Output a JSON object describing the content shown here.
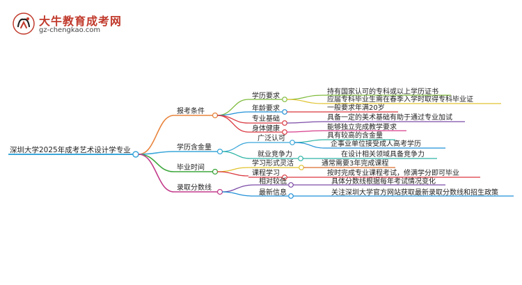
{
  "logo": {
    "title": "大牛教育成考网",
    "url": "gz-chengkao.com"
  },
  "mindmap": {
    "root": "深圳大学2025年成考艺术设计学专业",
    "branches": [
      {
        "label": "报考条件",
        "color": "#e8833a",
        "children": [
          {
            "label": "学历要求",
            "color": "#7dbb3a",
            "children": [
              {
                "label": "持有国家认可的专科或以上学历证书",
                "color": "#7dbb3a"
              },
              {
                "label": "应届专科毕业生需在春季入学时取得专科毕业证",
                "color": "#e0c22e"
              }
            ]
          },
          {
            "label": "年龄要求",
            "color": "#1f8fd6",
            "children": [
              {
                "label": "一般要求年满20岁",
                "color": "#d9363e"
              }
            ]
          },
          {
            "label": "专业基础",
            "color": "#d9363e",
            "children": [
              {
                "label": "具备一定的美术基础有助于通过专业加试",
                "color": "#7b4aa6"
              }
            ]
          },
          {
            "label": "身体健康",
            "color": "#d9363e",
            "children": [
              {
                "label": "能够独立完成教学要求",
                "color": "#d63c8a"
              }
            ]
          }
        ]
      },
      {
        "label": "学历含金量",
        "color": "#3aa6d9",
        "children": [
          {
            "label": "广泛认可",
            "color": "#3aa6d9",
            "children": [
              {
                "label": "具有较高的含金量",
                "color": "#2fb5a5"
              },
              {
                "label": "企事业单位接受成人高考学历",
                "color": "#1f8fd6"
              }
            ]
          },
          {
            "label": "就业竞争力",
            "color": "#2fb5a5",
            "children": [
              {
                "label": "在设计相关领域具备竞争力",
                "color": "#2fb5a5"
              }
            ]
          }
        ]
      },
      {
        "label": "毕业时间",
        "color": "#3aa63a",
        "children": [
          {
            "label": "学习形式灵活",
            "color": "#e0c22e",
            "children": [
              {
                "label": "通常需要3年完成课程",
                "color": "#d96e2a"
              }
            ]
          },
          {
            "label": "课程学习",
            "color": "#d9363e",
            "children": [
              {
                "label": "按时完成专业课程考试，修满学分即可毕业",
                "color": "#d9363e"
              }
            ]
          }
        ]
      },
      {
        "label": "录取分数线",
        "color": "#c23a8a",
        "children": [
          {
            "label": "相对较低",
            "color": "#7b4aa6",
            "children": [
              {
                "label": "具体分数线根据每年考试情况变化",
                "color": "#7b4aa6"
              }
            ]
          },
          {
            "label": "最新信息",
            "color": "#1f8fd6",
            "children": [
              {
                "label": "关注深圳大学官方网站获取最新录取分数线和招生政策",
                "color": "#1f8fd6"
              }
            ]
          }
        ]
      }
    ]
  }
}
